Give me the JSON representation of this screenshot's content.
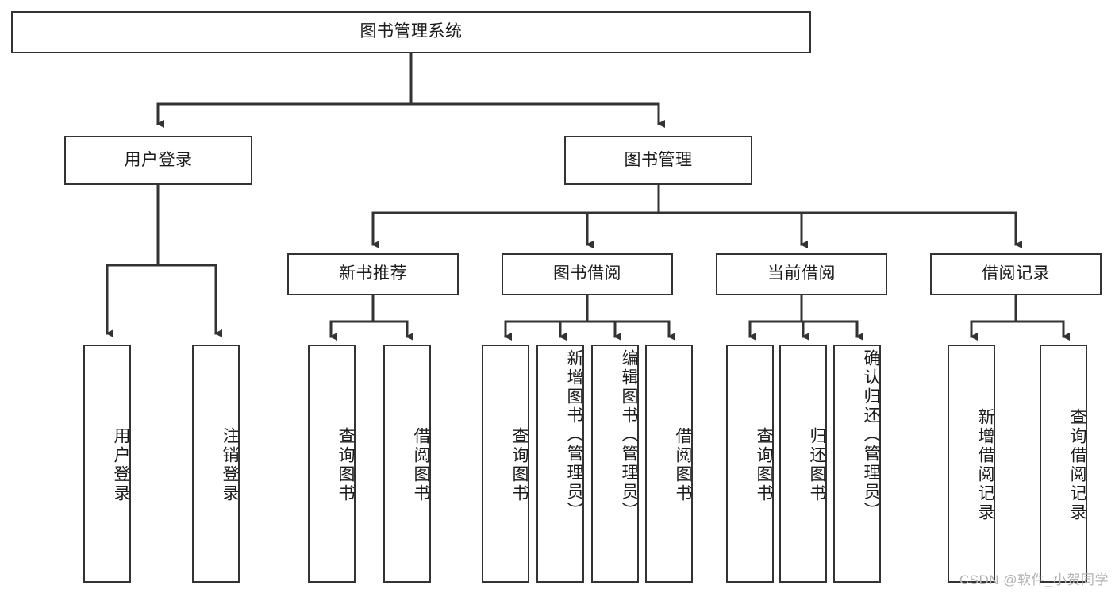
{
  "diagram": {
    "title": "图书管理系统",
    "type": "tree-hierarchy-diagram",
    "colors": {
      "box_border": "#333333",
      "box_fill": "#ffffff",
      "connector": "#333333",
      "text": "#1b1b1b",
      "watermark": "#b3b3b3"
    },
    "root": {
      "label": "图书管理系统"
    },
    "level2": [
      {
        "label": "用户登录"
      },
      {
        "label": "图书管理"
      }
    ],
    "level3": [
      {
        "label": "新书推荐"
      },
      {
        "label": "图书借阅"
      },
      {
        "label": "当前借阅"
      },
      {
        "label": "借阅记录"
      }
    ],
    "leaves": {
      "user_login": [
        {
          "label": "用户登录"
        },
        {
          "label": "注销登录"
        }
      ],
      "new_book_recommend": [
        {
          "label": "查询图书"
        },
        {
          "label": "借阅图书"
        }
      ],
      "book_borrow": [
        {
          "label": "查询图书"
        },
        {
          "label": "新增图书（管理员）"
        },
        {
          "label": "编辑图书（管理员）"
        },
        {
          "label": "借阅图书"
        }
      ],
      "current_borrow": [
        {
          "label": "查询图书"
        },
        {
          "label": "归还图书"
        },
        {
          "label": "确认归还（管理员）"
        }
      ],
      "borrow_record": [
        {
          "label": "新增借阅记录"
        },
        {
          "label": "查询借阅记录"
        }
      ]
    },
    "watermark": "CSDN @软件_小贺同学"
  }
}
